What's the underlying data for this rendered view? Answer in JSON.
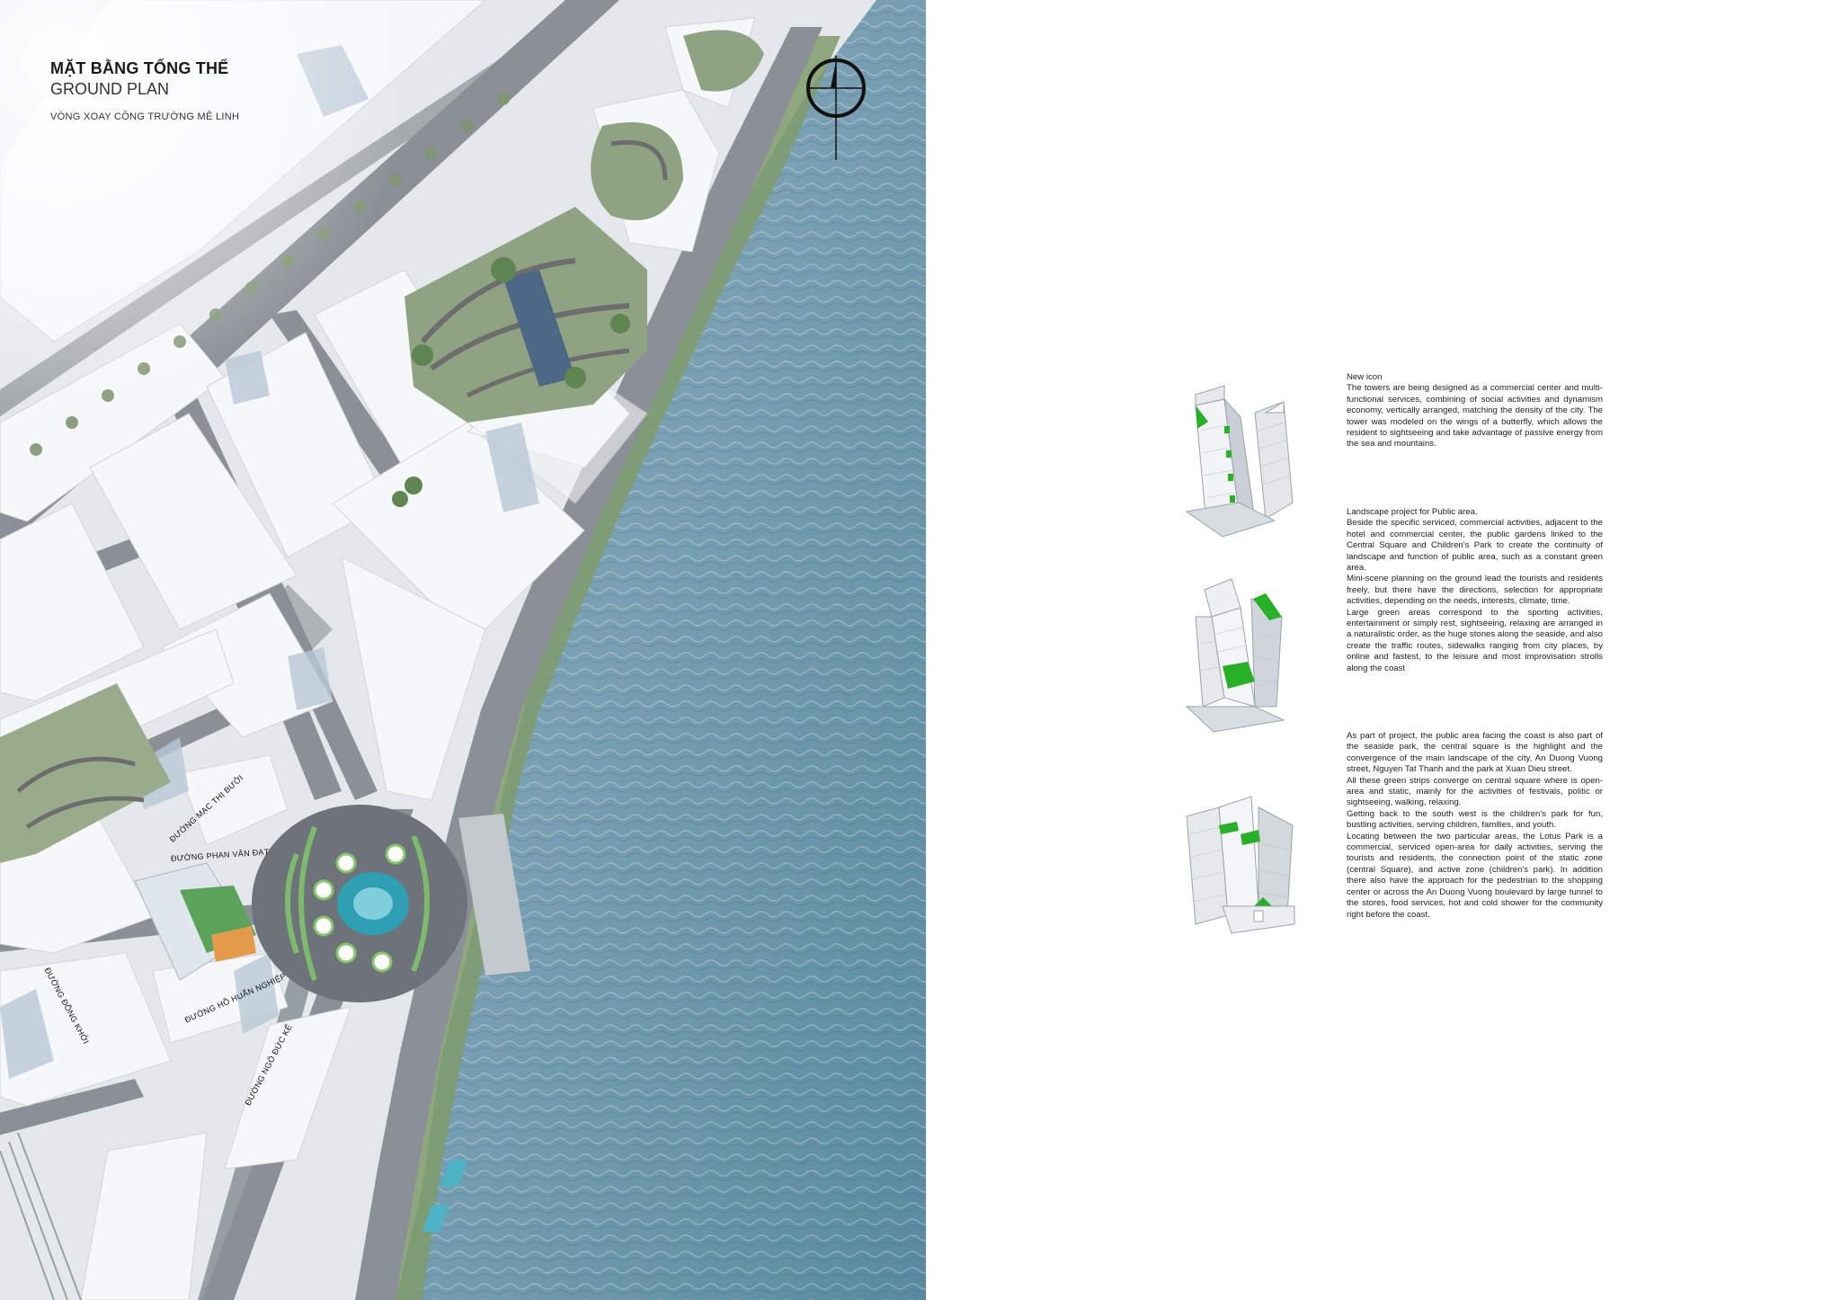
{
  "plan": {
    "title_vn": "MẶT BẰNG TỔNG THỂ",
    "title_en": "GROUND PLAN",
    "subtitle": "VÒNG XOAY CÔNG TRƯỜNG MÊ LINH",
    "streets": [
      "ĐƯỜNG MẠC THỊ BƯỞI",
      "ĐƯỜNG PHAN VĂN ĐẠT",
      "ĐƯỜNG ĐỒNG KHỞI",
      "ĐƯỜNG HỒ HUẤN NGHIỆP",
      "ĐƯỜNG NGÔ ĐỨC KẾ"
    ],
    "north_icon": "north-arrow-icon"
  },
  "descriptions": [
    {
      "heading": "New icon",
      "body": "The towers are being designed as a commercial center and multi-functional services, combining of social activities and dynamism economy, vertically arranged, matching the density of the city. The tower was modeled on the wings of a butterfly, which allows the resident to sightseeing and take advantage of passive energy from the sea and mountains."
    },
    {
      "heading": "Landscape project for Public area.",
      "paragraphs": [
        "Beside the specific serviced, commercial activities, adjacent to the hotel and commercial center, the public gardens linked to the Central Square and Children's Park to create the continuity of landscape and function of public area, such as a constant green area.",
        "Mini-scene planning on the ground lead the tourists and residents freely, but there have the directions, selection for appropriate activities, depending on the needs, interests, climate, time.",
        "Large green areas correspond to the sporting activities, entertainment or simply rest, sightseeing, relaxing are arranged in a naturalistic order, as the huge stones along the seaside, and also create the traffic routes, sidewalks ranging from city places, by online and fastest, to the leisure and most improvisation strolls along the coast"
      ]
    },
    {
      "paragraphs": [
        "As part of project, the public area facing the coast is also part of the seaside park, the central square is the highlight and the convergence of the main landscape of the city, An Duong Vuong street, Nguyen Tat Thanh and the park at Xuan Dieu street.",
        "All these green strips converge on central square where is open-area and static, mainly for the activities of festivals, politic or sightseeing, walking, relaxing.",
        "Getting back to the south west is the children's park for fun, bustling activities, serving children, families, and youth.",
        "Locating between the two particular areas, the Lotus Park is a commercial, serviced open-area for daily activities, serving the tourists and residents, the connection point of the static zone (central Square), and active zone (children's park). In addition there also have the approach for the pedestrian to the shopping center or across the An Duong Vuong boulevard by large tunnel to the stores, food services, hot and cold shower for the community right before the coast."
      ]
    }
  ],
  "colors": {
    "sea": "#5f8fa6",
    "road": "#8a9096",
    "block": "#f4f6f8",
    "green": "#2bb02b"
  }
}
